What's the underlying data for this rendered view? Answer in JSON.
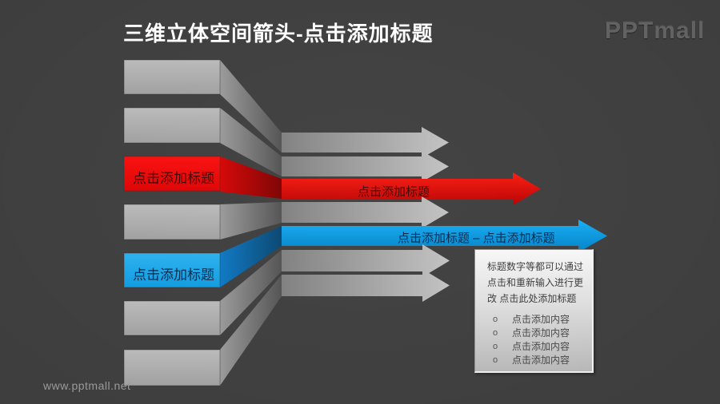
{
  "page": {
    "title": "三维立体空间箭头-点击添加标题",
    "brand": "PPTmall",
    "watermark": "www.pptmall.net"
  },
  "colors": {
    "background": "#3e3e3e",
    "accent_red": "#ee0505",
    "accent_blue": "#00a0e8",
    "gray_box": "#a9a9a9",
    "title_text": "#ffffff",
    "logo_text": "#616161",
    "watermark_text": "#9a9a9a",
    "red_label_text": "#3f0300",
    "blue_label_text": "#06294a",
    "note_text": "#3c3c3c"
  },
  "diagram": {
    "left_boxes": [
      {
        "label": "",
        "variant": "gray"
      },
      {
        "label": "",
        "variant": "gray"
      },
      {
        "label": "点击添加标题",
        "variant": "red"
      },
      {
        "label": "",
        "variant": "gray"
      },
      {
        "label": "点击添加标题",
        "variant": "blue"
      },
      {
        "label": "",
        "variant": "gray"
      },
      {
        "label": "",
        "variant": "gray"
      }
    ],
    "red_arrow_label": "点击添加标题",
    "blue_arrow_label": "点击添加标题 – 点击添加标题"
  },
  "note_box": {
    "paragraph_lines": [
      "标题数字等都可以通过",
      "点击和重新输入进行更",
      "改 点击此处添加标题"
    ],
    "bullet_char": "o",
    "bullets": [
      "点击添加内容",
      "点击添加内容",
      "点击添加内容",
      "点击添加内容"
    ]
  }
}
